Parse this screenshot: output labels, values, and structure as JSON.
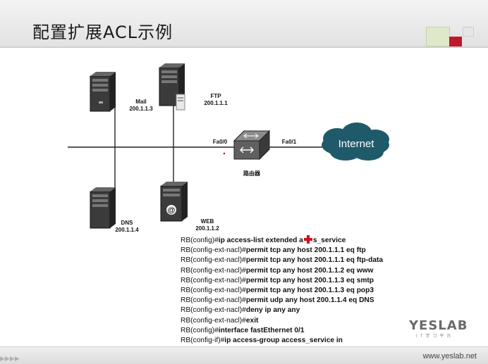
{
  "slide": {
    "title": "配置扩展ACL示例"
  },
  "nodes": {
    "mail": {
      "name": "Mail",
      "ip": "200.1.1.3"
    },
    "ftp": {
      "name": "FTP",
      "ip": "200.1.1.1"
    },
    "dns": {
      "name": "DNS",
      "ip": "200.1.1.4"
    },
    "web": {
      "name": "WEB",
      "ip": "200.1.1.2"
    },
    "router": {
      "name": "路由器",
      "if_left": "Fa0/0",
      "if_right": "Fa0/1"
    },
    "internet": {
      "name": "Internet"
    }
  },
  "commands": [
    {
      "prompt": "RB(config)#",
      "cmd": "ip access-list extended a",
      "tail": "s_service"
    },
    {
      "prompt": "RB(config-ext-nacl)#",
      "cmd": "permit tcp any host 200.1.1.1 eq ftp"
    },
    {
      "prompt": "RB(config-ext-nacl)#",
      "cmd": "permit tcp any host 200.1.1.1 eq ftp-data"
    },
    {
      "prompt": "RB(config-ext-nacl)#",
      "cmd": "permit tcp any host 200.1.1.2 eq www"
    },
    {
      "prompt": "RB(config-ext-nacl)#",
      "cmd": "permit tcp any host 200.1.1.3 eq smtp"
    },
    {
      "prompt": "RB(config-ext-nacl)#",
      "cmd": "permit tcp any host 200.1.1.3 eq pop3"
    },
    {
      "prompt": "RB(config-ext-nacl)#",
      "cmd": "permit udp any host 200.1.1.4 eq DNS"
    },
    {
      "prompt": "RB(config-ext-nacl)#",
      "cmd": "deny ip any any"
    },
    {
      "prompt": "RB(config-ext-nacl)#",
      "cmd": "exit"
    },
    {
      "prompt": "RB(config)#",
      "cmd": "interface fastEthernet 0/1"
    },
    {
      "prompt": "RB(config-if)#",
      "cmd": "ip access-group access_service in"
    }
  ],
  "branding": {
    "logo": "YESLAB",
    "logo_sub": "IT学习平台",
    "url": "www.yeslab.net"
  },
  "colors": {
    "accent_red": "#c0172b",
    "corner_green": "#dfe8c8"
  }
}
